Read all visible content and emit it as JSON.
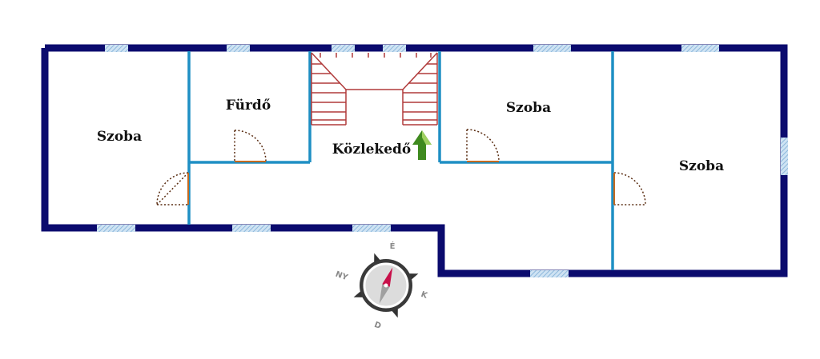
{
  "rooms": {
    "left": "Szoba",
    "bath": "Fürdő",
    "center": "Szoba",
    "right": "Szoba",
    "corridor": "Közlekedő"
  },
  "compass": {
    "north": "É",
    "east": "K",
    "south": "D",
    "west": "NY"
  },
  "colors": {
    "outer_wall": "#0b0b6e",
    "inner_wall": "#1e8fc4",
    "window": "#9ec8e6",
    "stairs": "#b03a3a",
    "door": "#5a2d12",
    "arrow": "#3f8a1f",
    "needle_north": "#c8104a"
  },
  "icons": {
    "up_arrow": "arrow-up-icon",
    "compass": "compass-icon"
  }
}
